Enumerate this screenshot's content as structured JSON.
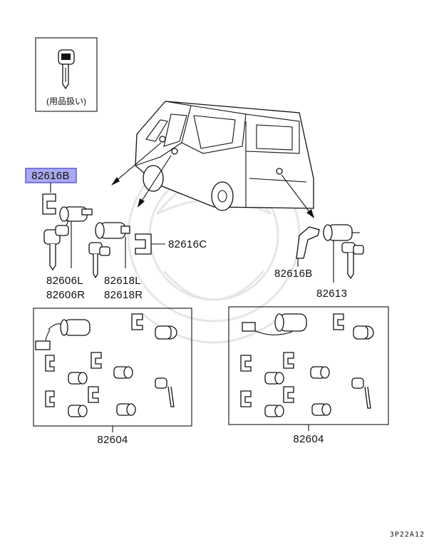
{
  "accessory_box": {
    "caption": "(用品扱い)"
  },
  "parts": {
    "p82616B_highlight": "82616B",
    "p82616C": "82616C",
    "p82606L": "82606L",
    "p82606R": "82606R",
    "p82618L": "82618L",
    "p82618R": "82618R",
    "p82616B_rear": "82616B",
    "p82613": "82613",
    "p82604_left": "82604",
    "p82604_right": "82604"
  },
  "diagram_code": "3P22A12",
  "colors": {
    "highlight_fill": "#a9a9f0",
    "highlight_stroke": "#5b5bd6",
    "line": "#111111"
  }
}
